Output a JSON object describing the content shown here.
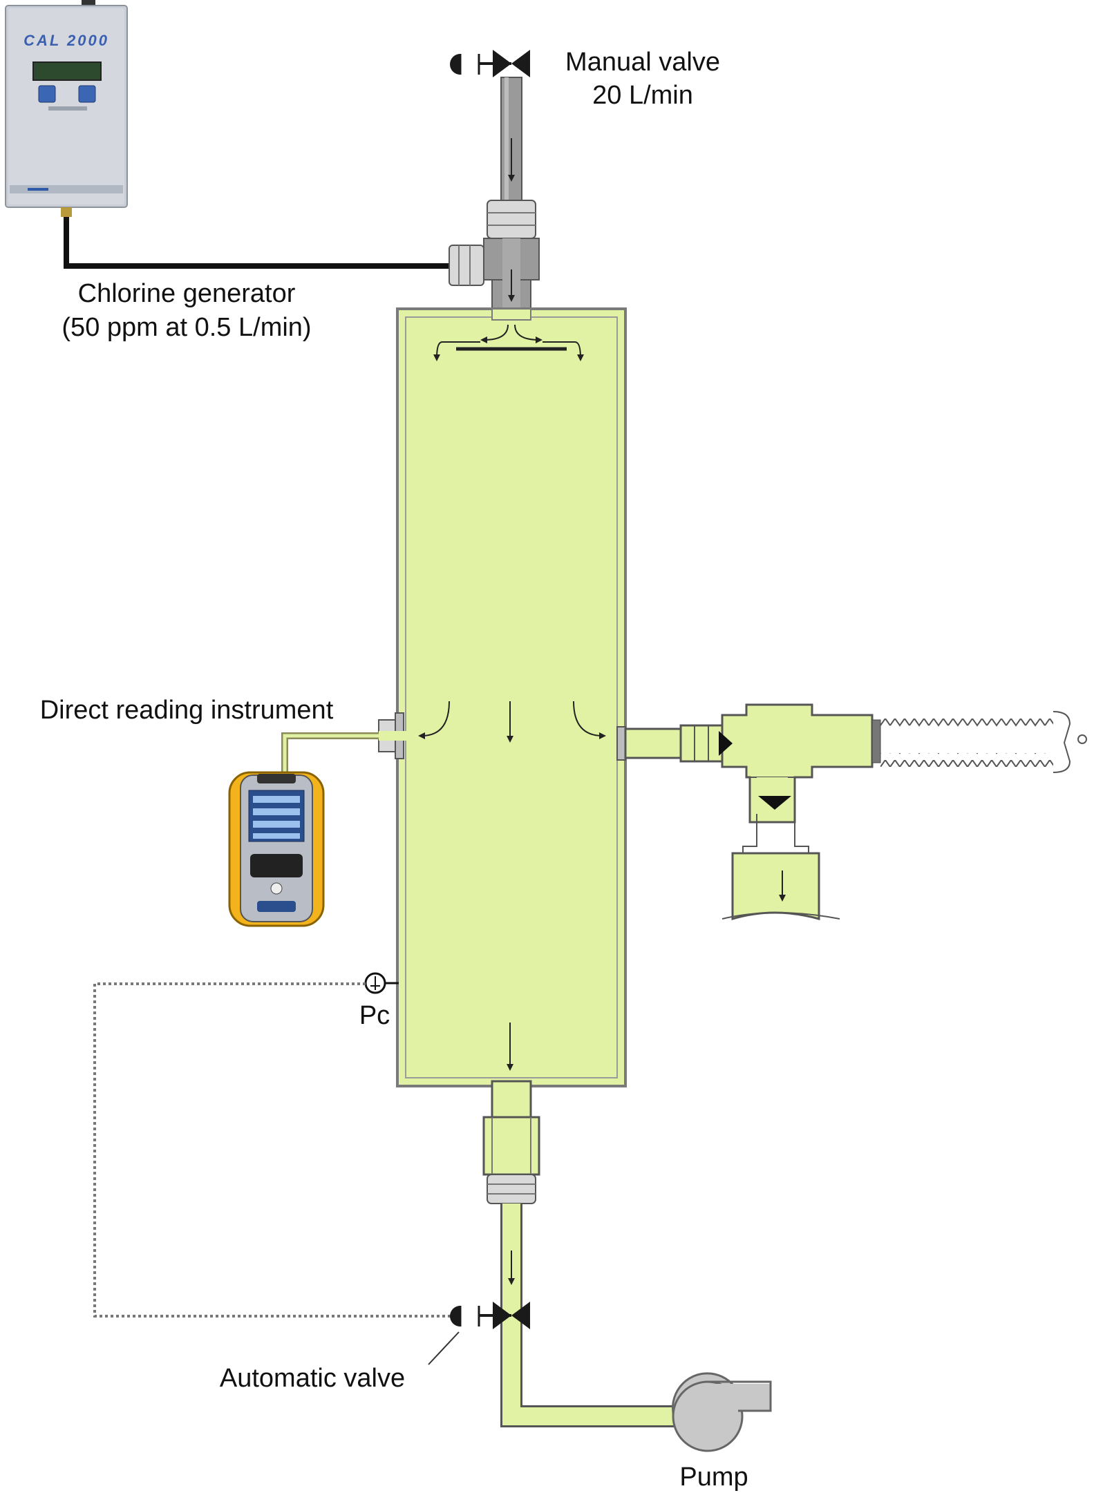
{
  "labels": {
    "manual_valve_line1": "Manual valve",
    "manual_valve_line2": "20 L/min",
    "chlorine_generator_line1": "Chlorine generator",
    "chlorine_generator_line2": "(50 ppm at 0.5 L/min)",
    "direct_reading_instrument": "Direct reading instrument",
    "pressure_sensor": "Pc",
    "automatic_valve": "Automatic valve",
    "pump": "Pump"
  },
  "device_text": {
    "generator_brand": "CAL 2000"
  },
  "colors": {
    "chamber_fill": "#e2f2a4",
    "chamber_stroke": "#7a7a7a",
    "instrument_housing": "#f2b31c",
    "generator_body": "#c9ced6",
    "pump_body": "#c8c8c8"
  },
  "icons": {
    "manual_valve": "manual-valve-icon",
    "automatic_valve": "automatic-valve-icon",
    "pump": "pump-icon",
    "pressure_sensor": "pressure-sensor-icon",
    "chlorine_generator": "chlorine-generator-icon",
    "direct_reading_instrument": "gas-monitor-icon",
    "check_valve": "check-valve-icon"
  }
}
